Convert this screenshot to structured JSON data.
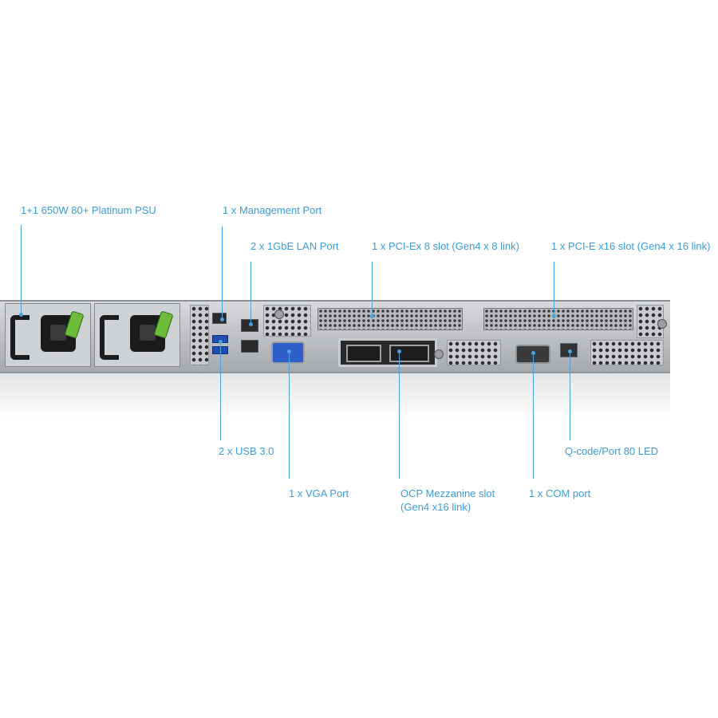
{
  "callouts": {
    "psu": "1+1 650W 80+ Platinum PSU",
    "management_port": "1 x Management Port",
    "lan_port": "2 x 1GbE LAN Port",
    "pcie_x8": "1 x PCI-Ex 8 slot (Gen4 x 8 link)",
    "pcie_x16": "1 x PCI-E x16 slot (Gen4 x 16 link)",
    "usb": "2 x USB 3.0",
    "vga": "1 x VGA Port",
    "ocp_line1": "OCP Mezzanine slot",
    "ocp_line2": "(Gen4 x16 link)",
    "com": "1 x COM port",
    "qcode": "Q-code/Port 80 LED"
  },
  "colors": {
    "callout_text": "#3d9bd6",
    "leader_line": "#4aa3dc",
    "psu_latch": "#6dbb3a",
    "usb_port": "#1f4fb5",
    "vga_port": "#2d5ec9"
  }
}
